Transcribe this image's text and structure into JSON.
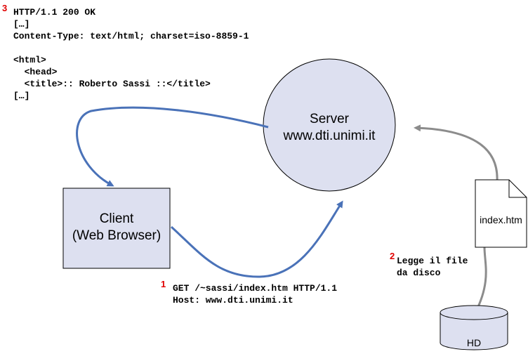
{
  "response": {
    "step": "3",
    "lines": [
      "HTTP/1.1 200 OK",
      "[…]",
      "Content-Type: text/html; charset=iso-8859-1",
      "",
      "<html>",
      "  <head>",
      "  <title>:: Roberto Sassi ::</title>",
      "[…]"
    ]
  },
  "server": {
    "name": "Server",
    "host": "www.dti.unimi.it"
  },
  "client": {
    "name": "Client",
    "subtitle": "(Web Browser)"
  },
  "request": {
    "step": "1",
    "lines": [
      "GET /~sassi/index.htm HTTP/1.1",
      "Host: www.dti.unimi.it"
    ]
  },
  "disk_read": {
    "step": "2",
    "lines": [
      "Legge il file",
      "da disco"
    ]
  },
  "file": {
    "name": "index.htm"
  },
  "disk": {
    "name": "HD"
  },
  "colors": {
    "arrow_blue": "#4a72b8",
    "arrow_gray": "#8c8c8c",
    "shape_fill": "#dde0f0",
    "step_red": "#e00000"
  }
}
